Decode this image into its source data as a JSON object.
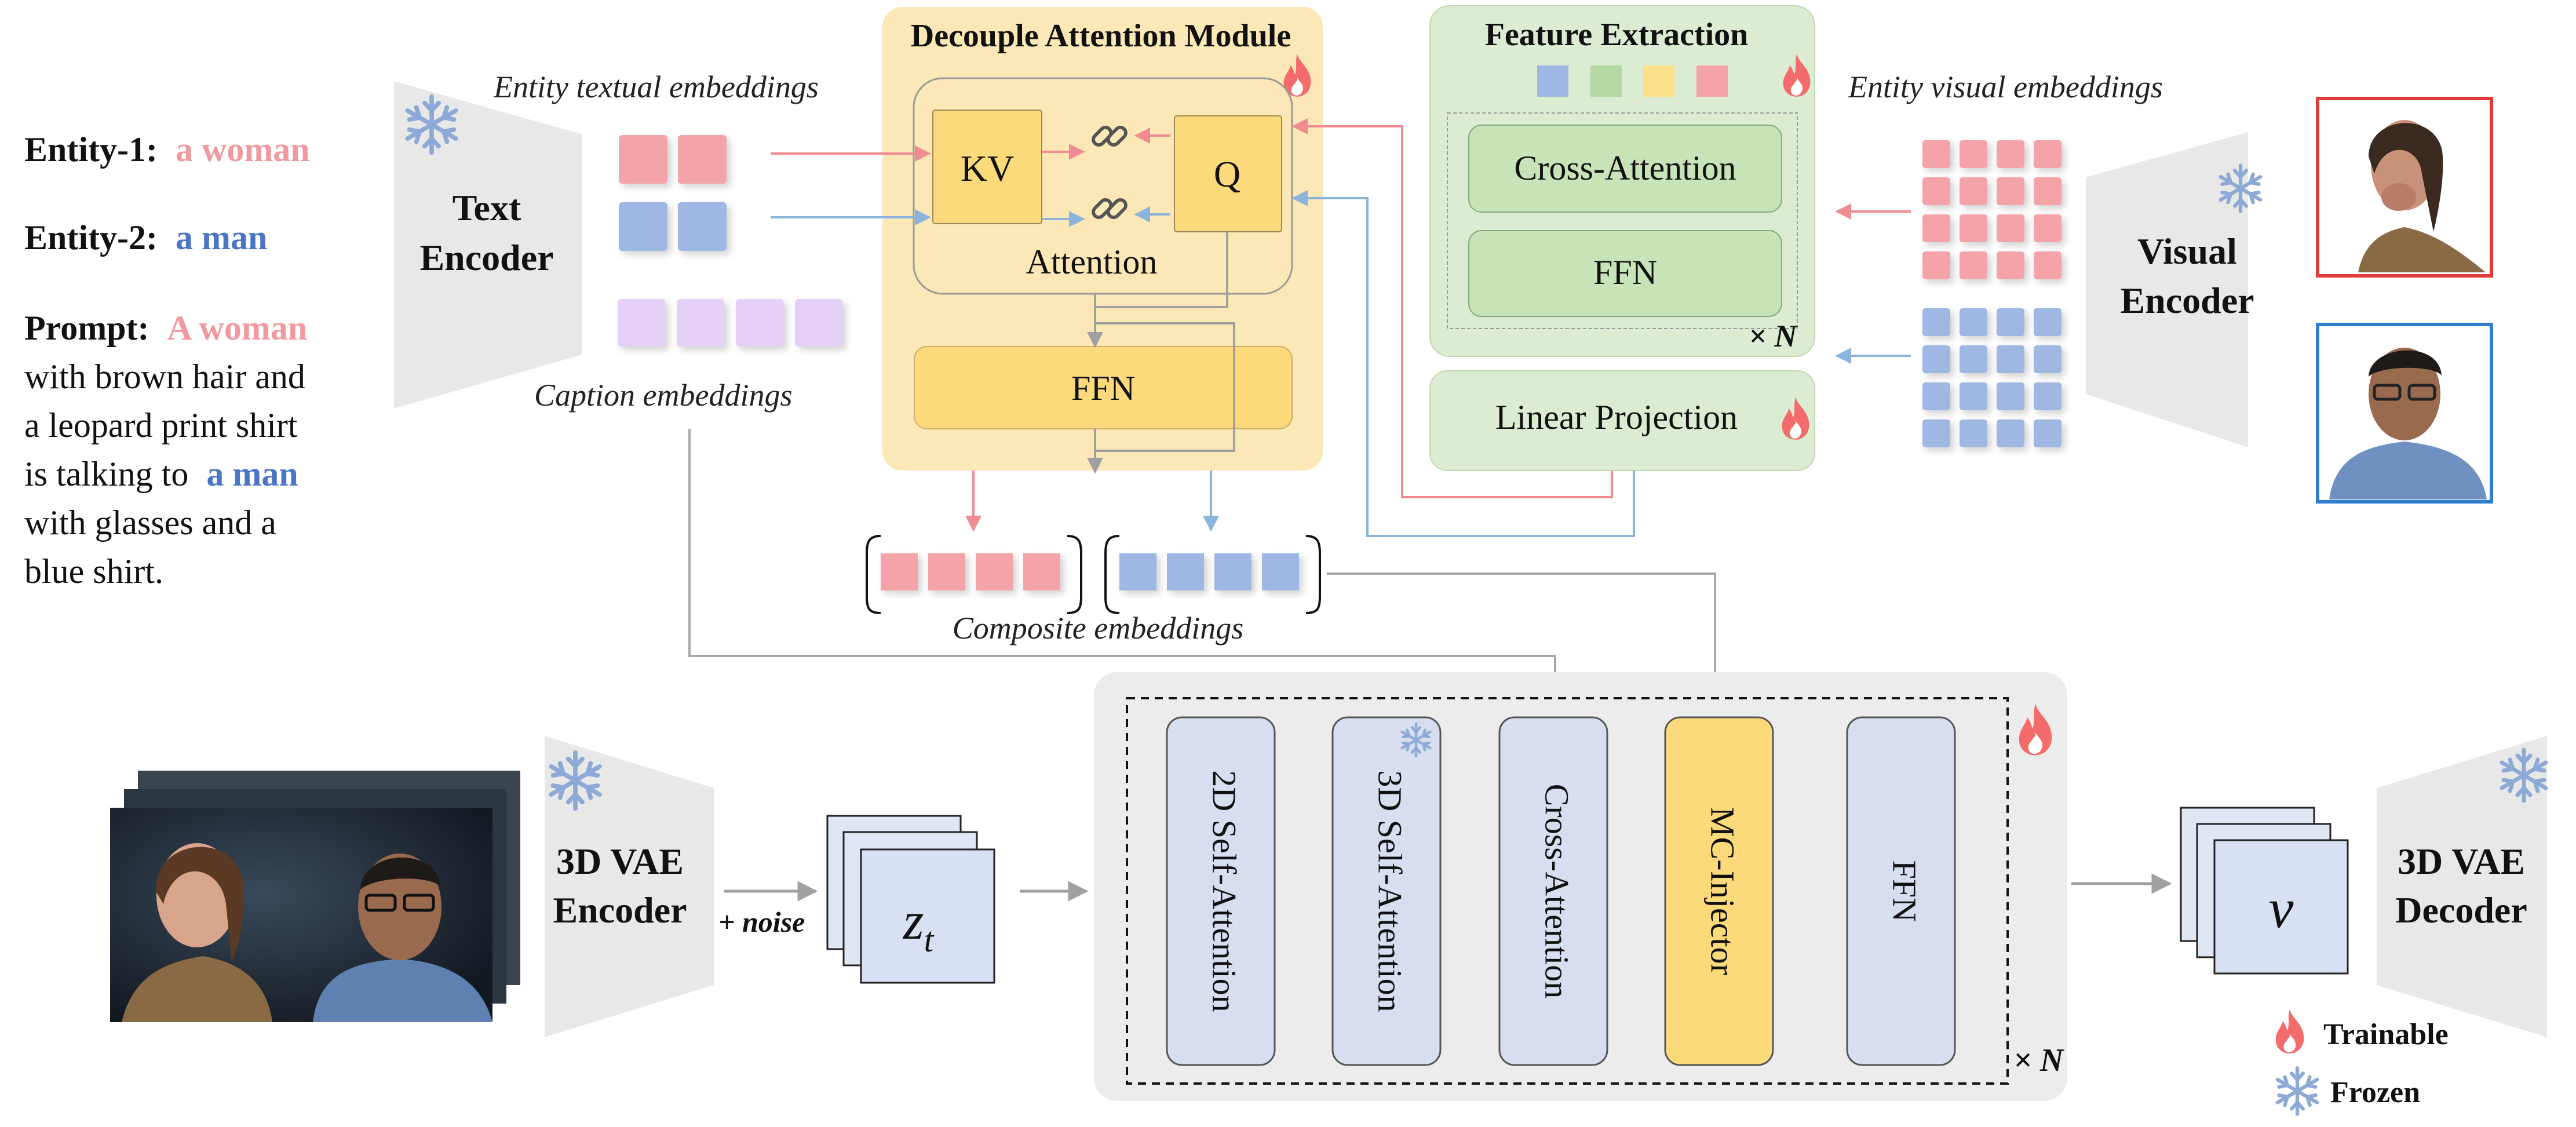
{
  "colors": {
    "pink": "#f4a4a8",
    "blue": "#9fb7e3",
    "purple": "#e6d0f5",
    "text_pink": "#f09aa0",
    "text_blue": "#4a74c4",
    "attention_bg": "#fbe8b6",
    "yellow_box": "#fcd97a",
    "green_bg": "#dcecd2",
    "green_box": "#c9e3b9",
    "gray_block": "#e8e8e8",
    "slate_box": "#d6deef",
    "arrow_gray": "#a8a8a8",
    "line_pink": "#f08b91",
    "line_blue": "#8ab4dd",
    "fire": "#f36b6b",
    "snow": "#8da9d6"
  },
  "prompt_panel": {
    "entity1_label": "Entity-1:",
    "entity1_value": "a woman",
    "entity2_label": "Entity-2:",
    "entity2_value": "a man",
    "prompt_label": "Prompt:",
    "prompt_line1_entity": "A woman",
    "prompt_line2": "with brown hair and",
    "prompt_line3": "a leopard print shirt",
    "prompt_line4_pre": "is talking to",
    "prompt_line4_entity": "a man",
    "prompt_line5": "with glasses and a",
    "prompt_line6": "blue shirt."
  },
  "text_encoder": {
    "line1": "Text",
    "line2": "Encoder",
    "entity_label": "Entity textual embeddings",
    "caption_label": "Caption embeddings"
  },
  "decouple": {
    "title": "Decouple Attention Module",
    "kv": "KV",
    "q": "Q",
    "attention": "Attention",
    "ffn": "FFN"
  },
  "feature_extraction": {
    "title": "Feature Extraction",
    "cross_attention": "Cross-Attention",
    "ffn": "FFN",
    "repeat": "× N"
  },
  "linear_projection": {
    "label": "Linear Projection"
  },
  "visual_side": {
    "entity_label": "Entity visual embeddings",
    "encoder_line1": "Visual",
    "encoder_line2": "Encoder"
  },
  "composite": {
    "label": "Composite embeddings"
  },
  "vae_encoder": {
    "line1": "3D VAE",
    "line2": "Encoder",
    "noise": "+ noise"
  },
  "latent": {
    "label": "z_t"
  },
  "dit_block": {
    "blocks": [
      "2D Self-Attention",
      "3D Self-Attention",
      "Cross-Attention",
      "MC-Injector",
      "FFN"
    ],
    "repeat": "× N"
  },
  "output": {
    "label": "v"
  },
  "vae_decoder": {
    "line1": "3D VAE",
    "line2": "Decoder"
  },
  "legend": {
    "trainable": "Trainable",
    "frozen": "Frozen"
  }
}
